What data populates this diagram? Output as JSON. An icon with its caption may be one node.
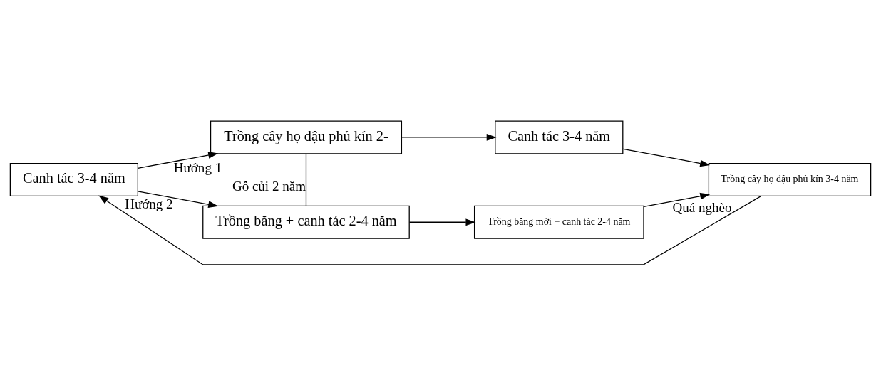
{
  "diagram": {
    "nodes": [
      {
        "text": [
          "Canh tác 3-4 năm"
        ]
      },
      {
        "text": [
          "Trồng cây họ đậu phủ kín 2-"
        ]
      },
      {
        "text": [
          "Canh tác 3-4 năm"
        ]
      },
      {
        "text": [
          "Trồng cây họ đậu phủ kín 3-4 năm"
        ]
      },
      {
        "text": [
          "Trồng băng + canh tác 2-4 năm"
        ]
      },
      {
        "text": [
          "Trồng băng mới + canh tác 2-4 năm"
        ]
      }
    ],
    "edges": [
      {
        "from": 3,
        "to": 0,
        "arrow": "to"
      },
      {
        "from": 0,
        "to": 1,
        "arrow": "to",
        "label": "Hướng 1"
      },
      {
        "from": 1,
        "to": 2,
        "arrow": "to"
      },
      {
        "from": 2,
        "to": 3,
        "arrow": "to"
      },
      {
        "from": 0,
        "to": 4,
        "arrow": "to",
        "label": "Hướng 2"
      },
      {
        "from": 1,
        "to": 4,
        "arrow": "none",
        "label": "Gỗ củi 2 năm"
      },
      {
        "from": 4,
        "to": 5,
        "arrow": "to"
      },
      {
        "from": 5,
        "to": 3,
        "arrow": "to",
        "label": "Quá nghèo"
      }
    ]
  }
}
